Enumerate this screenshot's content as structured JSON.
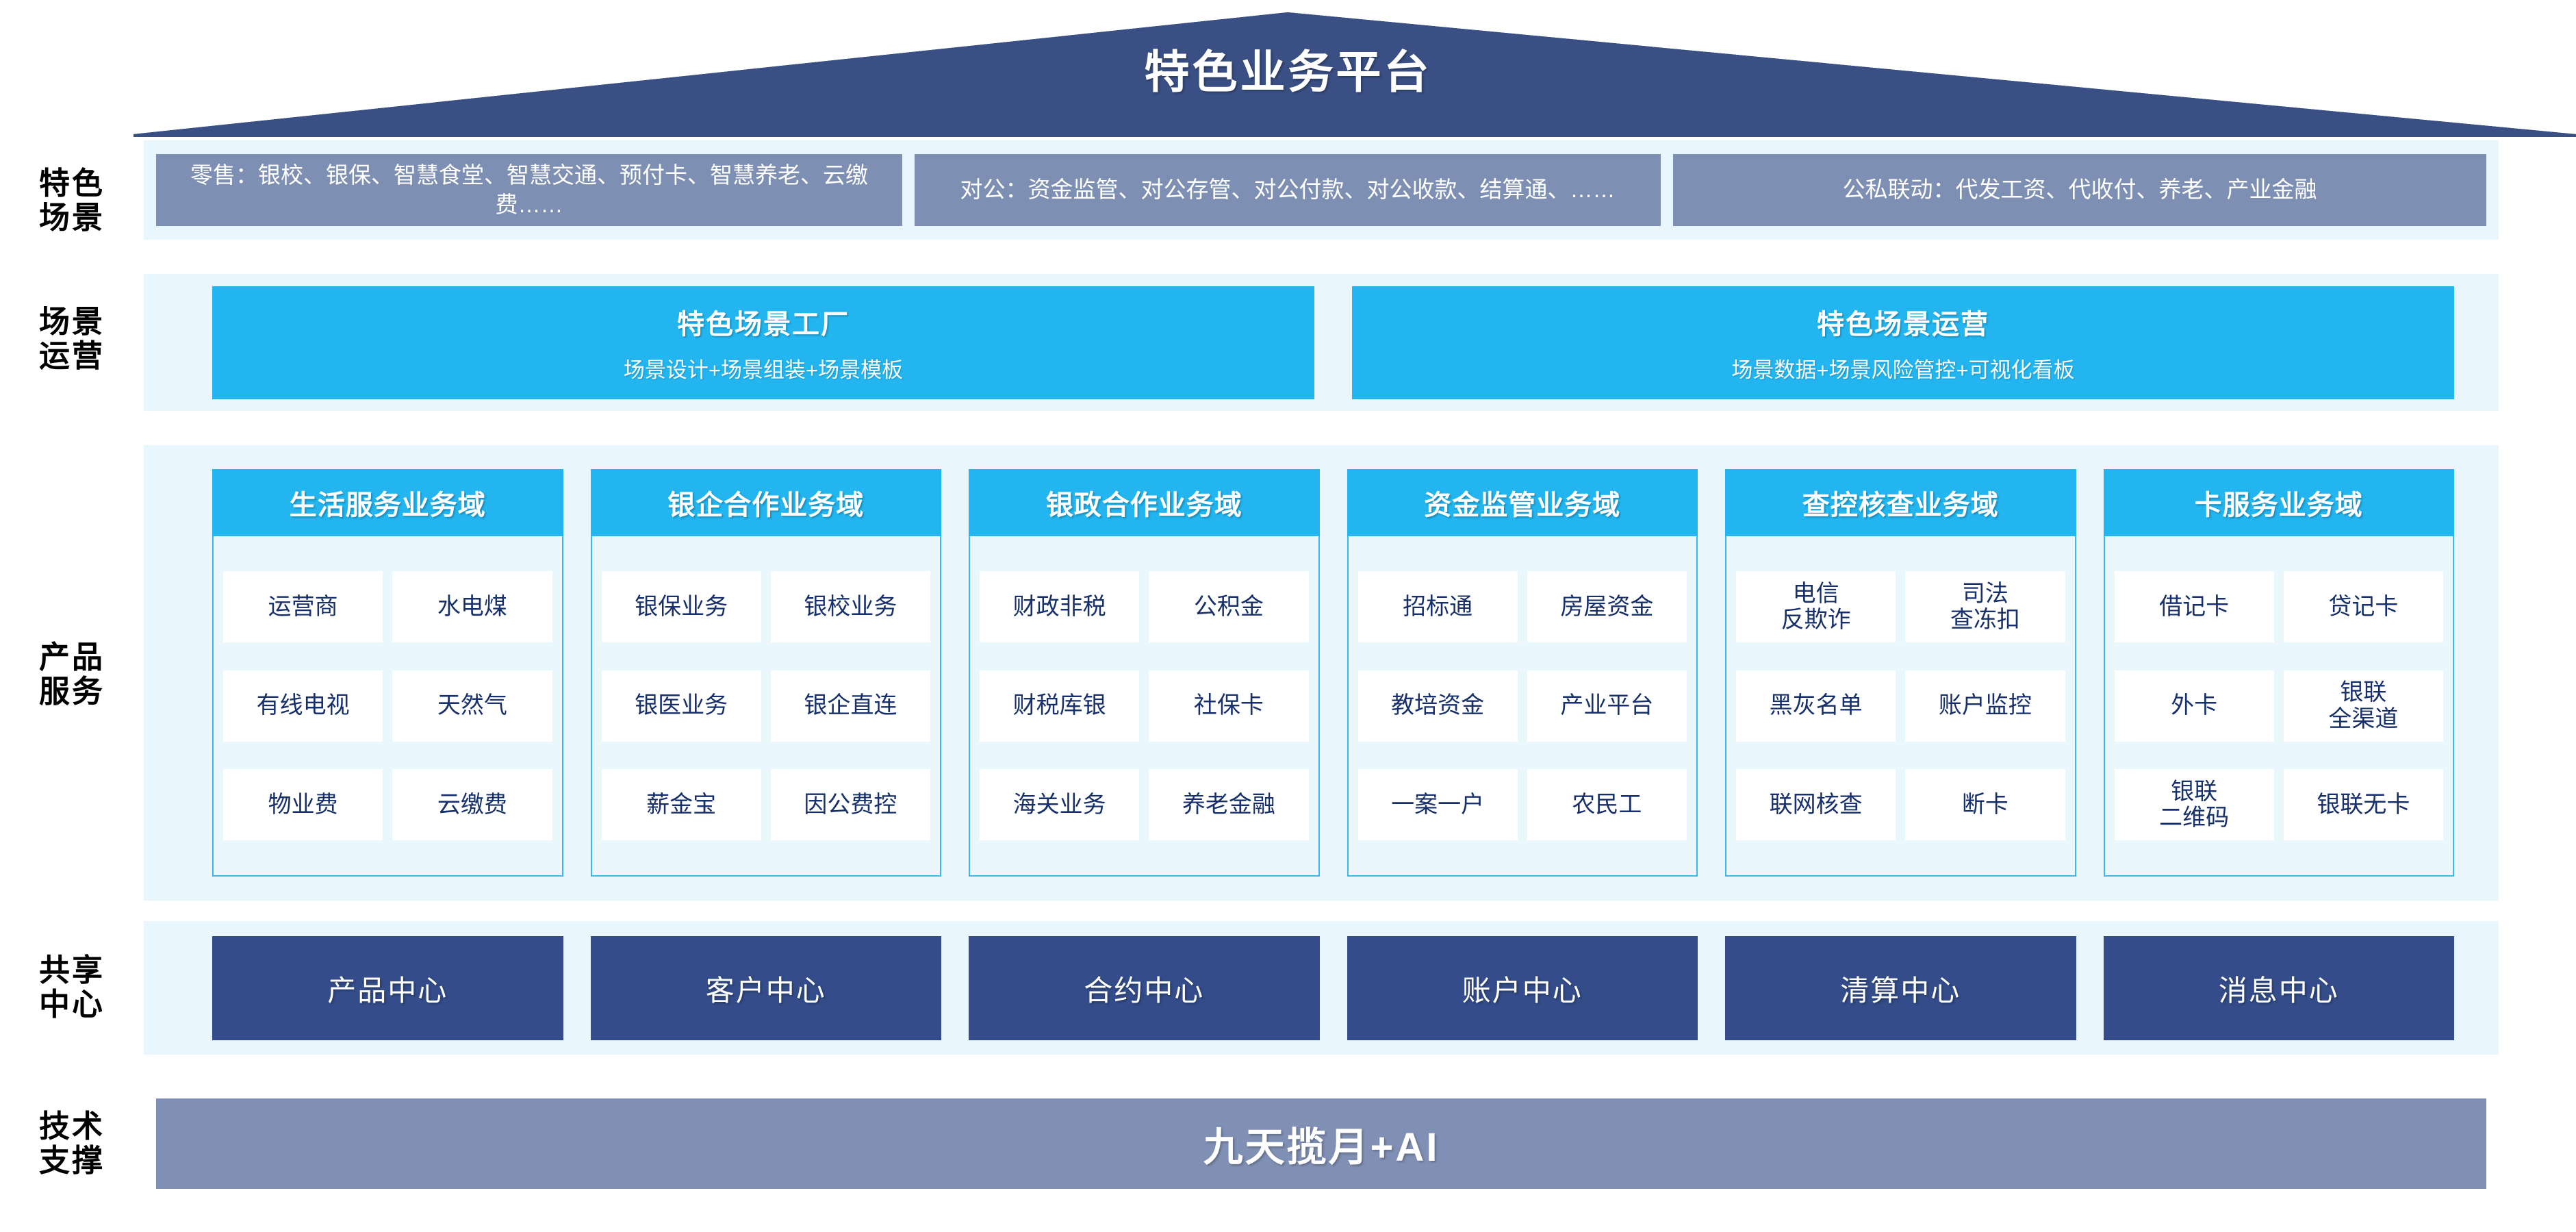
{
  "header": {
    "title": "特色业务平台",
    "banner_color": "#3a5085"
  },
  "row_labels": {
    "scenario": "特色\n场景",
    "operation": "场景\n运营",
    "product": "产品\n服务",
    "shared": "共享\n中心",
    "tech": "技术\n支撑"
  },
  "colors": {
    "dark_blue": "#344d8a",
    "cyan": "#22b5ef",
    "muted_blue": "#7e8fb4",
    "band_bg": "#e9f6fd",
    "card_bg": "#eaf7fd",
    "cell_text": "#17306b"
  },
  "scenarios": {
    "retail": "零售：银校、银保、智慧食堂、智慧交通、预付卡、智慧养老、云缴费……",
    "corporate": "对公：资金监管、对公存管、对公付款、对公收款、结算通、……",
    "linkage": "公私联动：代发工资、代收付、养老、产业金融"
  },
  "operations": [
    {
      "title": "特色场景工厂",
      "subtitle": "场景设计+场景组装+场景模板"
    },
    {
      "title": "特色场景运营",
      "subtitle": "场景数据+场景风险管控+可视化看板"
    }
  ],
  "domains": [
    {
      "title": "生活服务业务域",
      "rows": [
        [
          "运营商",
          "水电煤"
        ],
        [
          "有线电视",
          "天然气"
        ],
        [
          "物业费",
          "云缴费"
        ]
      ]
    },
    {
      "title": "银企合作业务域",
      "rows": [
        [
          "银保业务",
          "银校业务"
        ],
        [
          "银医业务",
          "银企直连"
        ],
        [
          "薪金宝",
          "因公费控"
        ]
      ]
    },
    {
      "title": "银政合作业务域",
      "rows": [
        [
          "财政非税",
          "公积金"
        ],
        [
          "财税库银",
          "社保卡"
        ],
        [
          "海关业务",
          "养老金融"
        ]
      ]
    },
    {
      "title": "资金监管业务域",
      "rows": [
        [
          "招标通",
          "房屋资金"
        ],
        [
          "教培资金",
          "产业平台"
        ],
        [
          "一案一户",
          "农民工"
        ]
      ]
    },
    {
      "title": "查控核查业务域",
      "rows": [
        [
          "电信\n反欺诈",
          "司法\n查冻扣"
        ],
        [
          "黑灰名单",
          "账户监控"
        ],
        [
          "联网核查",
          "断卡"
        ]
      ]
    },
    {
      "title": "卡服务业务域",
      "rows": [
        [
          "借记卡",
          "贷记卡"
        ],
        [
          "外卡",
          "银联\n全渠道"
        ],
        [
          "银联\n二维码",
          "银联无卡"
        ]
      ]
    }
  ],
  "shared_centers": [
    "产品中心",
    "客户中心",
    "合约中心",
    "账户中心",
    "清算中心",
    "消息中心"
  ],
  "tech_support": {
    "label": "九天揽月+AI"
  }
}
